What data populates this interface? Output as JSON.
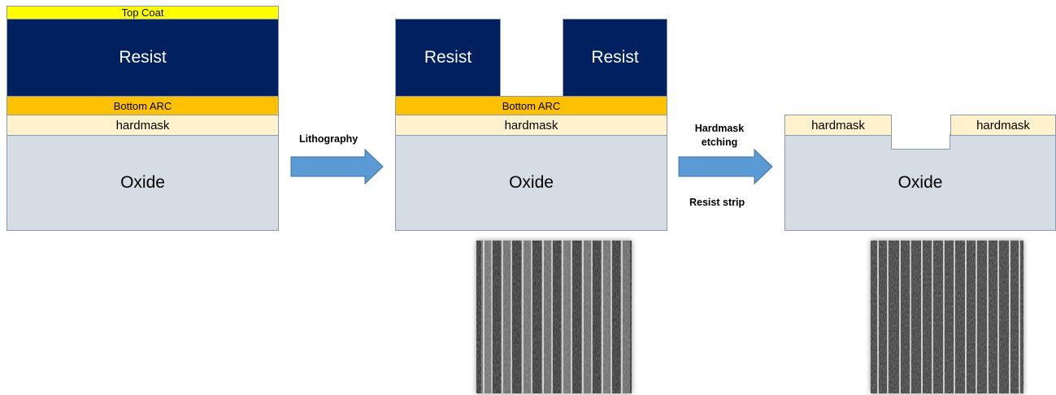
{
  "stack1": {
    "top_coat": "Top Coat",
    "resist": "Resist",
    "bottom_arc": "Bottom ARC",
    "hardmask": "hardmask",
    "oxide": "Oxide"
  },
  "step1": {
    "label": "Lithography"
  },
  "stack2": {
    "resist_left": "Resist",
    "resist_right": "Resist",
    "bottom_arc": "Bottom ARC",
    "hardmask": "hardmask",
    "oxide": "Oxide"
  },
  "step2": {
    "label_line1": "Hardmask",
    "label_line2": "etching",
    "label_bottom": "Resist strip"
  },
  "stack3": {
    "hardmask_left": "hardmask",
    "hardmask_right": "hardmask",
    "oxide": "Oxide"
  },
  "colors": {
    "top_coat": "#ffff00",
    "resist": "#002060",
    "bottom_arc": "#ffc000",
    "hardmask": "#fff2cc",
    "oxide": "#d6dce4",
    "arrow": "#5b9bd5"
  },
  "icons": [
    "right-arrow-icon",
    "sem-micrograph"
  ]
}
